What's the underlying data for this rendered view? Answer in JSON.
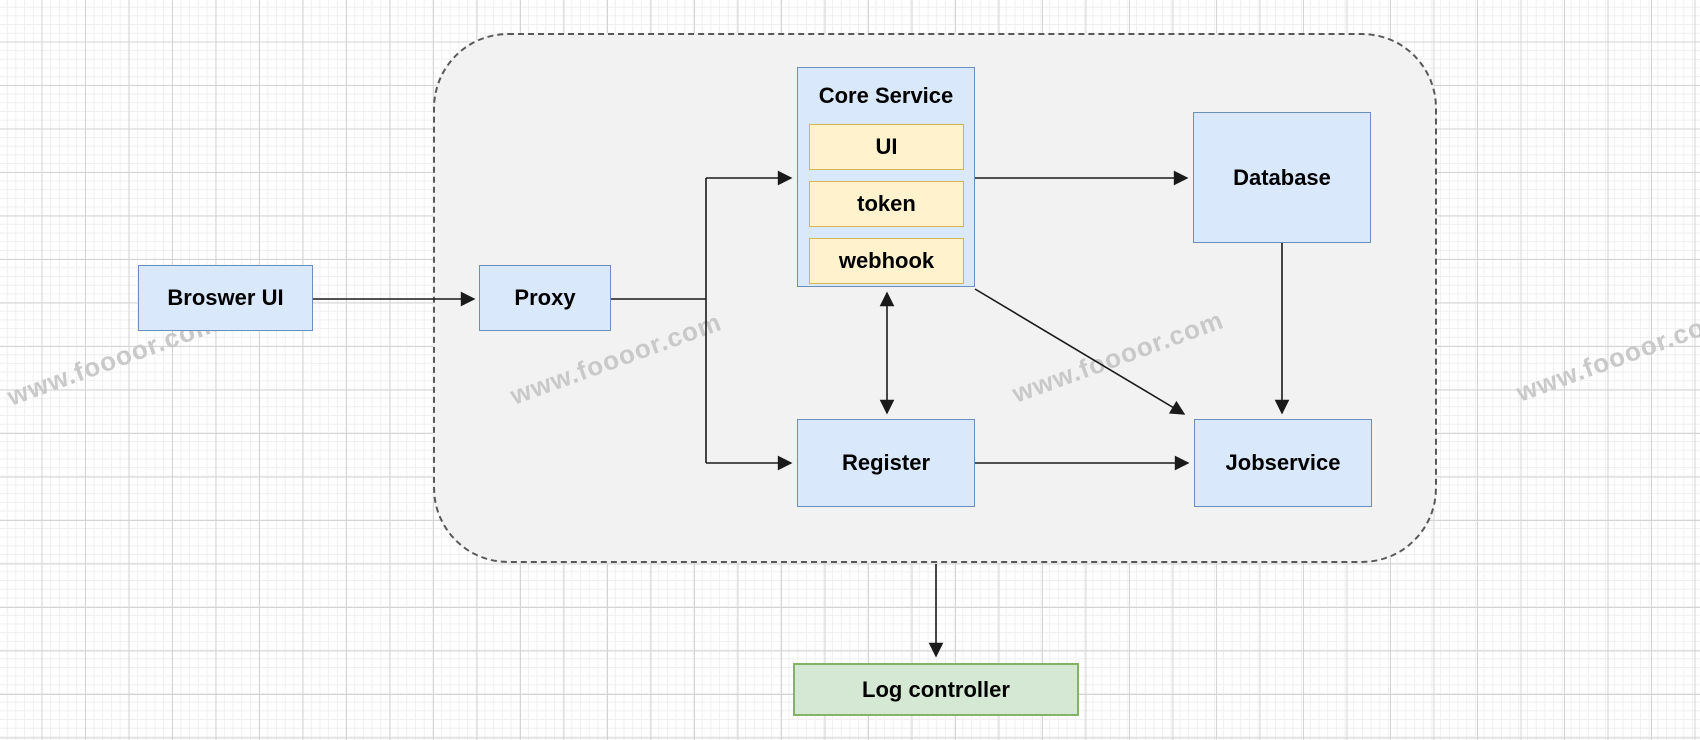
{
  "watermark": {
    "text": "www.foooor.com"
  },
  "nodes": {
    "browser_ui": {
      "label": "Broswer UI"
    },
    "proxy": {
      "label": "Proxy"
    },
    "core_service": {
      "title": "Core Service",
      "items": [
        {
          "label": "UI"
        },
        {
          "label": "token"
        },
        {
          "label": "webhook"
        }
      ]
    },
    "database": {
      "label": "Database"
    },
    "register": {
      "label": "Register"
    },
    "jobservice": {
      "label": "Jobservice"
    },
    "log_controller": {
      "label": "Log controller"
    }
  },
  "edges": [
    {
      "from": "Broswer UI",
      "to": "Proxy",
      "arrow": "end"
    },
    {
      "from": "Proxy",
      "to": "Core Service",
      "arrow": "end"
    },
    {
      "from": "Proxy",
      "to": "Register",
      "arrow": "end"
    },
    {
      "from": "Core Service",
      "to": "Database",
      "arrow": "end"
    },
    {
      "from": "Core Service",
      "to": "Register",
      "arrow": "both"
    },
    {
      "from": "Core Service",
      "to": "Jobservice",
      "arrow": "end"
    },
    {
      "from": "Register",
      "to": "Jobservice",
      "arrow": "end"
    },
    {
      "from": "Database",
      "to": "Jobservice",
      "arrow": "end"
    },
    {
      "from": "Service group",
      "to": "Log controller",
      "arrow": "end"
    }
  ],
  "colors": {
    "node_blue_fill": "#dae8fc",
    "node_blue_stroke": "#6c8ebf",
    "node_yellow_fill": "#fff2cc",
    "node_yellow_stroke": "#d6b656",
    "node_green_fill": "#d5e8d4",
    "node_green_stroke": "#82b366",
    "group_fill": "#f2f2f2",
    "group_stroke": "#595959",
    "edge": "#000000",
    "watermark_color": "#c9c9c9"
  }
}
